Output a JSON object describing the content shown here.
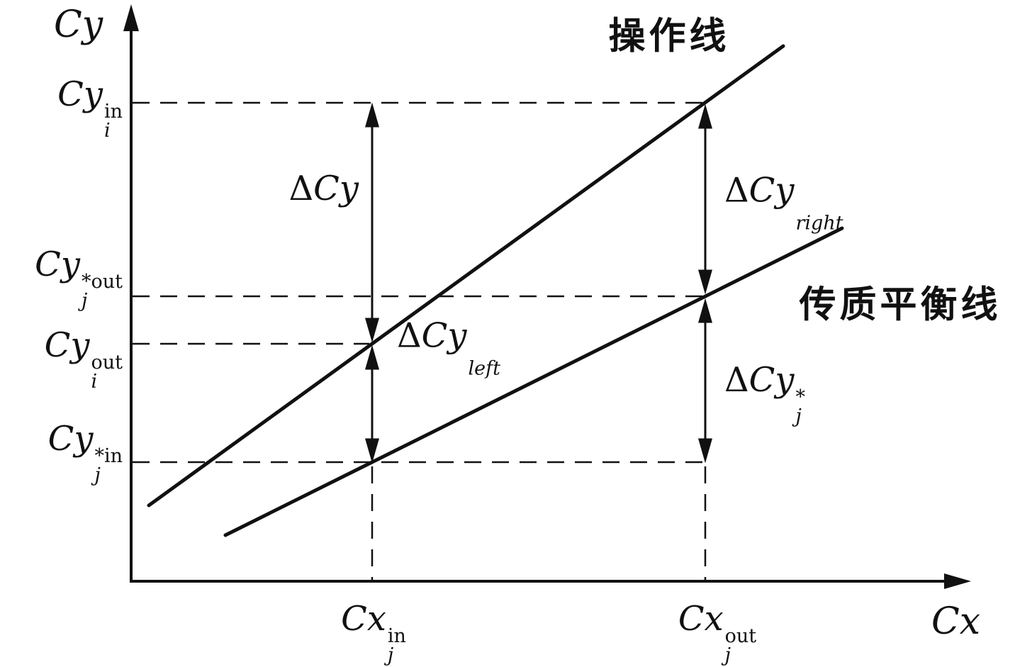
{
  "figure": {
    "axis": {
      "y": "Cy",
      "x": "Cx"
    },
    "line_labels": {
      "operating": "操作线",
      "equilibrium": "传质平衡线"
    },
    "y_ticks": [
      {
        "base": "Cy",
        "sup": "in",
        "sub": "i"
      },
      {
        "base": "Cy",
        "sup": "*out",
        "sub": "j"
      },
      {
        "base": "Cy",
        "sup": "out",
        "sub": "i"
      },
      {
        "base": "Cy",
        "sup": "*in",
        "sub": "j"
      }
    ],
    "x_ticks": [
      {
        "base": "Cx",
        "sup": "in",
        "sub": "j"
      },
      {
        "base": "Cx",
        "sup": "out",
        "sub": "j"
      }
    ],
    "annotations": [
      {
        "delta": "Δ",
        "base": "Cy",
        "sup": "",
        "sub": ""
      },
      {
        "delta": "Δ",
        "base": "Cy",
        "sup": "",
        "sub": "left"
      },
      {
        "delta": "Δ",
        "base": "Cy",
        "sup": "",
        "sub": "right"
      },
      {
        "delta": "Δ",
        "base": "Cy",
        "sup": "*",
        "sub": "j"
      }
    ],
    "colors": {
      "ink": "#111111",
      "background": "#ffffff"
    }
  }
}
